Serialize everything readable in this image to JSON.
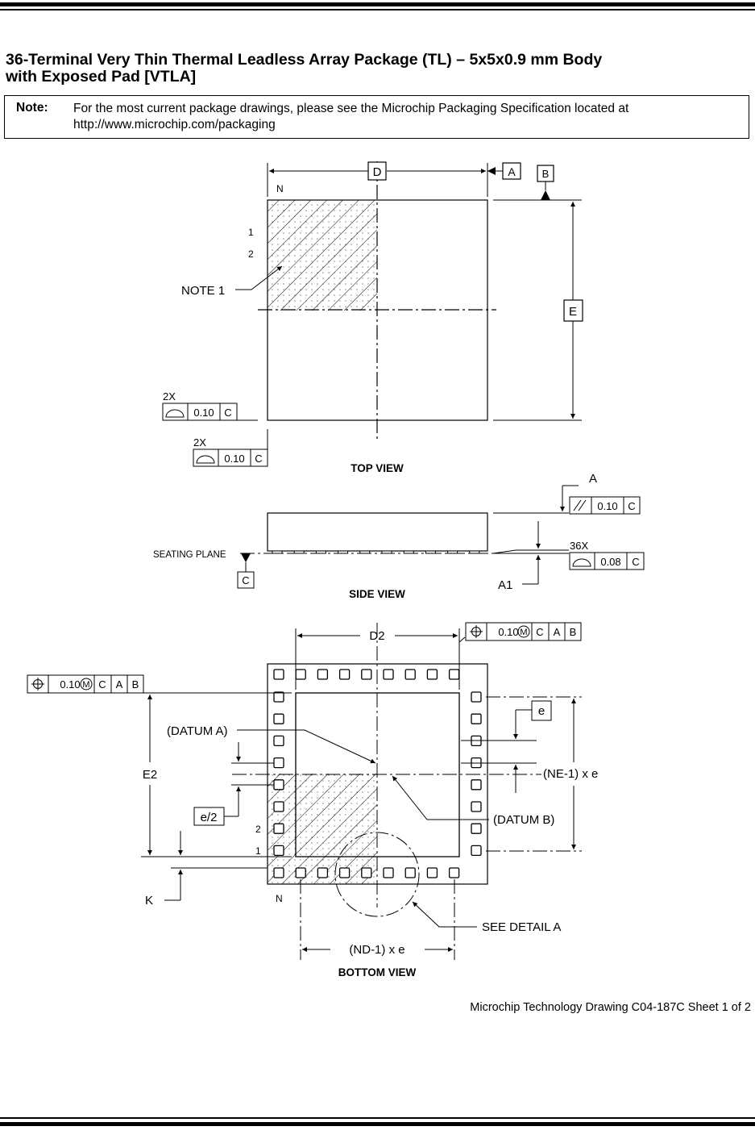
{
  "title": {
    "line1": "36-Terminal Very Thin Thermal Leadless Array Package (TL) – 5x5x0.9 mm Body",
    "line2": "with Exposed Pad [VTLA]"
  },
  "note": {
    "label": "Note:",
    "line1": "For the most current package drawings, please see the Microchip Packaging Specification located at",
    "line2": "http://www.microchip.com/packaging"
  },
  "top_view": {
    "caption": "TOP VIEW",
    "dim_d": "D",
    "dim_e": "E",
    "datum_a": "A",
    "datum_b": "B",
    "pin_n": "N",
    "pin_1": "1",
    "pin_2": "2",
    "note1": "NOTE 1",
    "fcf1": {
      "count": "2X",
      "tol": "0.10",
      "ref": "C"
    },
    "fcf2": {
      "count": "2X",
      "tol": "0.10",
      "ref": "C"
    }
  },
  "side_view": {
    "caption": "SIDE VIEW",
    "seating_plane": "SEATING PLANE",
    "datum_c": "C",
    "label_a": "A",
    "label_a1": "A1",
    "parallel": {
      "tol": "0.10",
      "ref": "C"
    },
    "profile": {
      "count": "36X",
      "tol": "0.08",
      "ref": "C"
    }
  },
  "bottom_view": {
    "caption": "BOTTOM VIEW",
    "dim_d2": "D2",
    "dim_e2": "E2",
    "pos_top": {
      "tol": "0.10",
      "mod": "M",
      "refs": [
        "C",
        "A",
        "B"
      ]
    },
    "pos_left": {
      "tol": "0.10",
      "mod": "M",
      "refs": [
        "C",
        "A",
        "B"
      ]
    },
    "datum_a": "(DATUM A)",
    "datum_b": "(DATUM B)",
    "e": "e",
    "e_half": "e/2",
    "ne": "(NE-1) x e",
    "nd": "(ND-1) x e",
    "k": "K",
    "pin_n": "N",
    "pin_1": "1",
    "pin_2": "2",
    "detail": "SEE DETAIL A"
  },
  "footer": "Microchip Technology Drawing  C04-187C Sheet 1 of 2"
}
